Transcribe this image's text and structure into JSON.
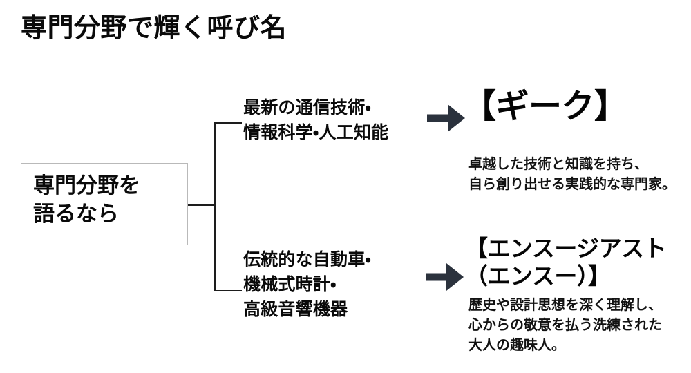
{
  "page": {
    "title": "専門分野で輝く呼び名",
    "background_color": "#ffffff",
    "text_color": "#0a0a0a",
    "arrow_color": "#2b323d",
    "connector_color": "#1d1d1d",
    "box_border_color": "#b9b9b9"
  },
  "diagram": {
    "type": "branching-tree",
    "source": {
      "label": "専門分野を\n語るなら"
    },
    "connector": {
      "icon": "bracket-connector"
    },
    "branches": [
      {
        "id": "geek",
        "category_label": "最新の通信技術・\n情報科学・人工知能",
        "arrow_icon": "arrow-right-icon",
        "term": "【ギーク】",
        "description": "卓越した技術と知識を持ち、\n自ら創り出せる実践的な専門家。"
      },
      {
        "id": "enthusiast",
        "category_label": "伝統的な自動車・\n機械式時計・\n高級音響機器",
        "arrow_icon": "arrow-right-icon",
        "term": "【エンスージアスト\n（エンスー）】",
        "description": "歴史や設計思想を深く理解し、\n心からの敬意を払う洗練された\n大人の趣味人。"
      }
    ]
  }
}
